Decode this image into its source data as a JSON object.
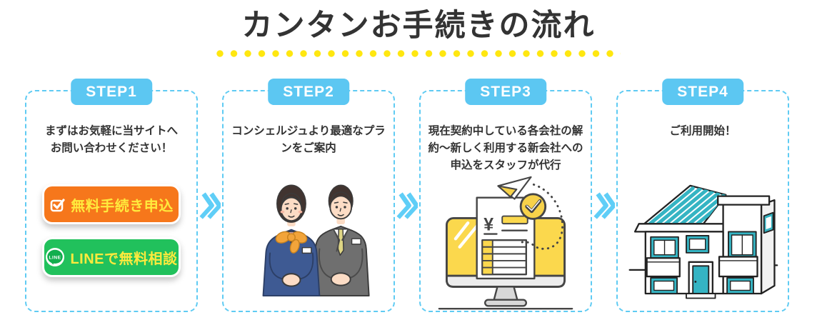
{
  "header": {
    "title": "カンタンお手続きの流れ"
  },
  "steps": [
    {
      "badge": "STEP1",
      "description": "まずはお気軽に当サイトへ\nお問い合わせください！"
    },
    {
      "badge": "STEP2",
      "description": "コンシェルジュより最適なプラ\nンをご案内"
    },
    {
      "badge": "STEP3",
      "description": "現在契約中している各会社の解\n約〜新しく利用する新会社への\n申込をスタッフが代行"
    },
    {
      "badge": "STEP4",
      "description": "ご利用開始！"
    }
  ],
  "step1_buttons": {
    "apply": {
      "label": "無料手続き申込"
    },
    "line": {
      "label": "LINEで無料相談",
      "icon_text": "LINE"
    }
  },
  "illustrations": {
    "step2": "concierge-staff-pair",
    "step3": "monitor-with-application-and-paper-plane",
    "step3_yen": "¥",
    "step4": "two-story-house"
  },
  "colors": {
    "accent_blue": "#5cc7f2",
    "dashed_border_blue": "#5fcbf3",
    "chevron_blue": "#5fcef7",
    "dot_yellow": "#ffe70f",
    "button_orange": "#f6771b",
    "button_green": "#21c15c",
    "button_text_yellow": "#ffea3d",
    "illustration_yellow": "#fbd84d",
    "house_teal": "#35b4c3",
    "text_dark": "#333333"
  }
}
